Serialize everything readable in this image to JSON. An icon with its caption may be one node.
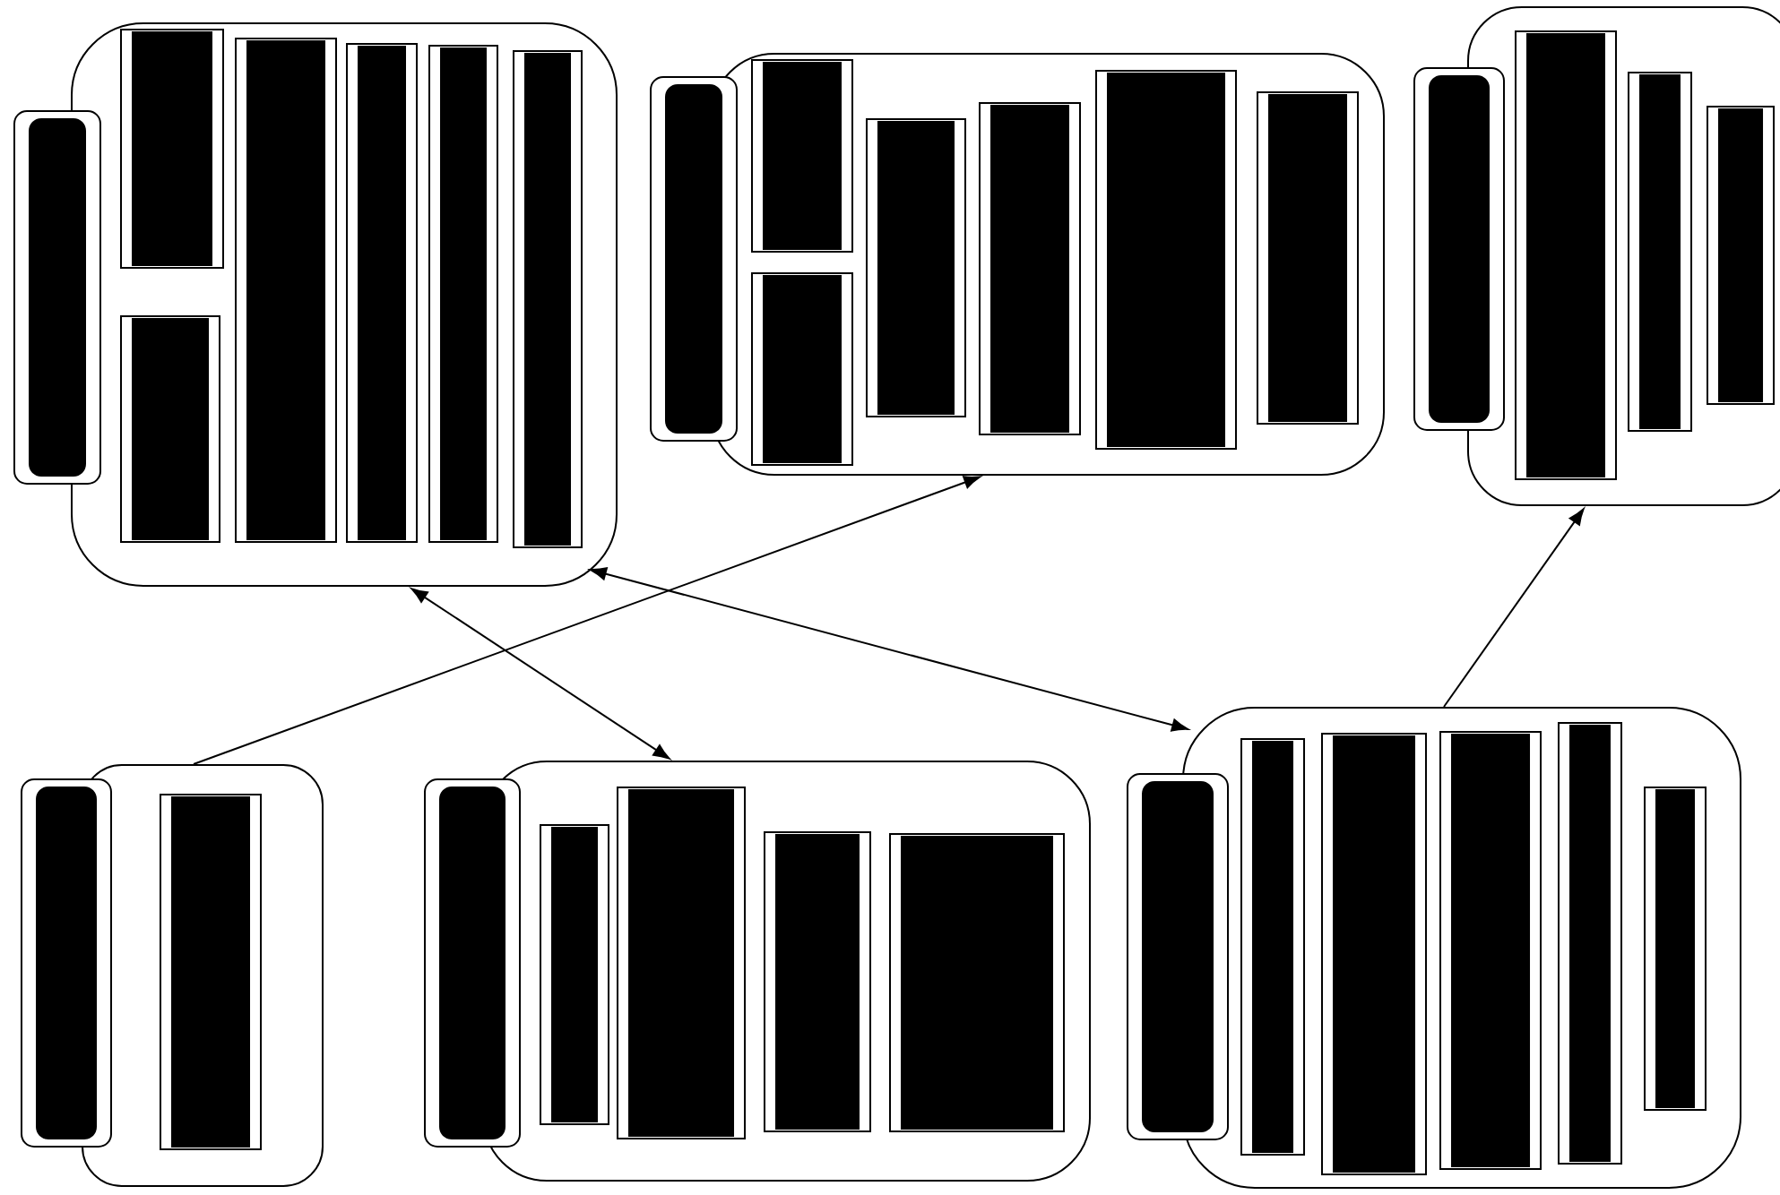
{
  "diagram": {
    "nodes": [
      {
        "text": [],
        "shape": "box"
      },
      {
        "text": [],
        "shape": "bar"
      },
      {
        "text": [],
        "shape": "bar",
        "in": 0
      },
      {
        "text": [],
        "shape": "bar",
        "in": 0
      },
      {
        "text": [],
        "shape": "bar",
        "in": 0
      },
      {
        "text": [],
        "shape": "bar",
        "in": 0
      },
      {
        "text": [],
        "shape": "bar",
        "in": 0
      },
      {
        "text": [],
        "shape": "bar",
        "in": 0
      },
      {
        "text": [],
        "shape": "box"
      },
      {
        "text": [],
        "shape": "bar"
      },
      {
        "text": [],
        "shape": "bar",
        "in": 8
      },
      {
        "text": [],
        "shape": "bar",
        "in": 8
      },
      {
        "text": [],
        "shape": "bar",
        "in": 8
      },
      {
        "text": [],
        "shape": "bar",
        "in": 8
      },
      {
        "text": [],
        "shape": "bar",
        "in": 8
      },
      {
        "text": [],
        "shape": "bar",
        "in": 8
      },
      {
        "text": [],
        "shape": "box"
      },
      {
        "text": [],
        "shape": "bar"
      },
      {
        "text": [],
        "shape": "bar",
        "in": 16
      },
      {
        "text": [],
        "shape": "bar",
        "in": 16
      },
      {
        "text": [],
        "shape": "bar",
        "in": 16
      },
      {
        "text": [],
        "shape": "box"
      },
      {
        "text": [],
        "shape": "bar"
      },
      {
        "text": [],
        "shape": "bar",
        "in": 21
      },
      {
        "text": [],
        "shape": "box"
      },
      {
        "text": [],
        "shape": "bar"
      },
      {
        "text": [],
        "shape": "bar",
        "in": 24
      },
      {
        "text": [],
        "shape": "bar",
        "in": 24
      },
      {
        "text": [],
        "shape": "bar",
        "in": 24
      },
      {
        "text": [],
        "shape": "bar",
        "in": 24
      },
      {
        "text": [],
        "shape": "box"
      },
      {
        "text": [],
        "shape": "bar"
      },
      {
        "text": [],
        "shape": "bar",
        "in": 30
      },
      {
        "text": [],
        "shape": "bar",
        "in": 30
      },
      {
        "text": [],
        "shape": "bar",
        "in": 30
      },
      {
        "text": [],
        "shape": "bar",
        "in": 30
      },
      {
        "text": [],
        "shape": "bar",
        "in": 30
      }
    ],
    "edges": [
      {
        "from": 21,
        "to": 8,
        "arrow": "to"
      },
      {
        "from": 0,
        "to": 24,
        "arrow": "both"
      },
      {
        "from": 0,
        "to": 30,
        "arrow": "both"
      },
      {
        "from": 30,
        "to": 16,
        "arrow": "to"
      }
    ]
  }
}
